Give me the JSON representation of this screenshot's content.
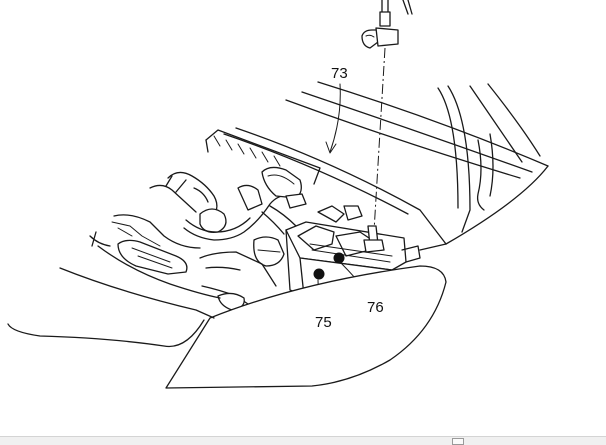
{
  "figure": {
    "reference_numerals": {
      "r73": "73",
      "r75": "75",
      "r76": "76"
    }
  },
  "colors": {
    "line": "#1a1a1a",
    "background": "#ffffff",
    "status_bar": "#f0f0f0"
  },
  "icons": {
    "bar_handle": "page-icon"
  }
}
